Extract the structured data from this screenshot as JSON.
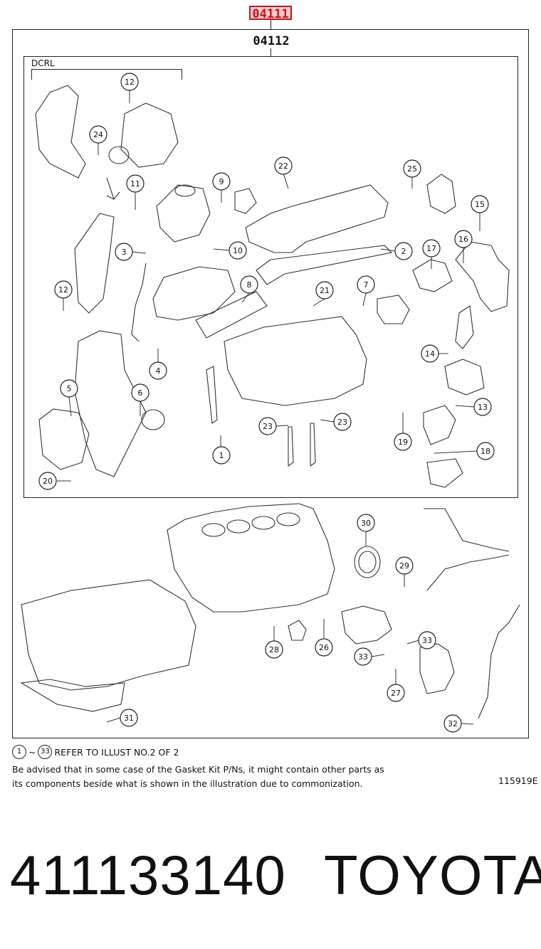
{
  "header": {
    "top_code": "04111",
    "sub_code": "04112"
  },
  "diagram": {
    "variant_label": "DCRL",
    "callouts": [
      "1",
      "2",
      "3",
      "4",
      "5",
      "6",
      "7",
      "8",
      "9",
      "10",
      "11",
      "12",
      "12",
      "13",
      "14",
      "15",
      "16",
      "17",
      "18",
      "19",
      "20",
      "21",
      "22",
      "23",
      "23",
      "24",
      "25",
      "26",
      "27",
      "28",
      "29",
      "30",
      "31",
      "32",
      "33",
      "33"
    ]
  },
  "notes": {
    "range_start": "1",
    "range_sep": "~",
    "range_end": "33",
    "range_text": "REFER TO ILLUST NO.2 OF 2",
    "advisory_line1": "Be advised that in some case of the Gasket Kit P/Ns,  it might contain other parts as",
    "advisory_line2": "its components beside what is shown in the illustration due to commonization."
  },
  "figure_id": "115919E",
  "footer": {
    "part_number": "411133140",
    "brand": "TOYOTA"
  }
}
